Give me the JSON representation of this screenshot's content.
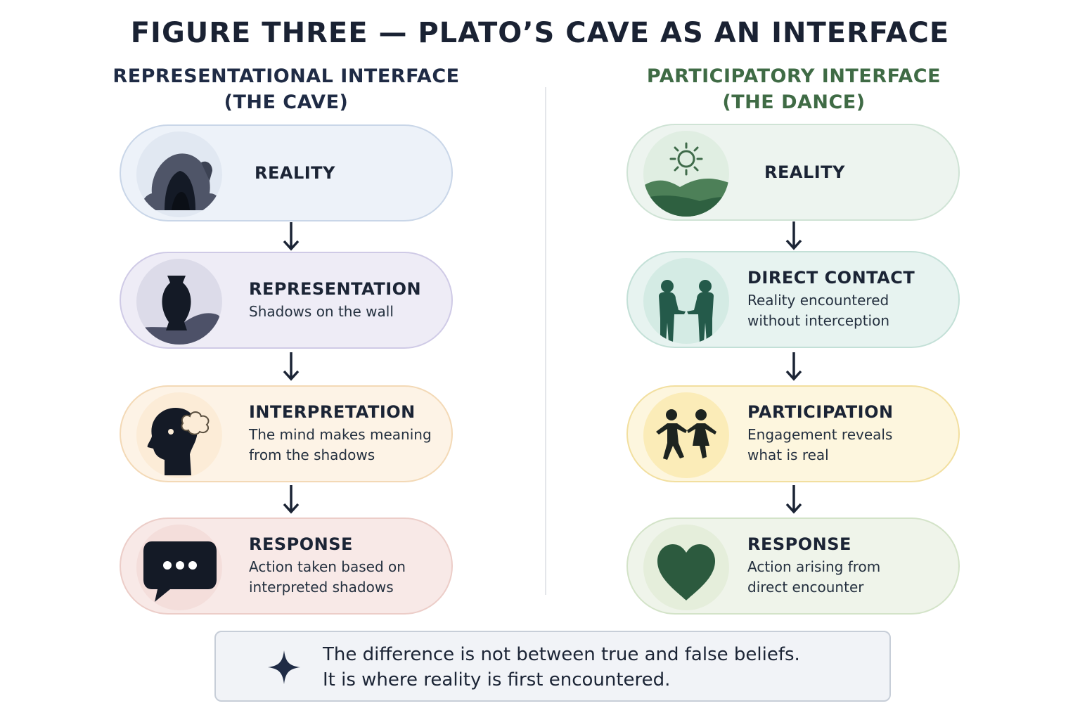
{
  "title": "FIGURE THREE — PLATO’S CAVE AS AN INTERFACE",
  "left": {
    "heading": [
      "REPRESENTATIONAL INTERFACE",
      "(THE CAVE)"
    ],
    "heading_color": "#1f2b45",
    "cards": [
      {
        "title": "REALITY",
        "subtitle": "",
        "icon": "cave-icon"
      },
      {
        "title": "REPRESENTATION",
        "subtitle": "Shadows on the wall",
        "icon": "vase-icon"
      },
      {
        "title": "INTERPRETATION",
        "subtitle": "The mind makes meaning from the shadows",
        "icon": "thinking-head-icon"
      },
      {
        "title": "RESPONSE",
        "subtitle": "Action taken based on interpreted shadows",
        "icon": "speech-bubble-icon"
      }
    ]
  },
  "right": {
    "heading": [
      "PARTICIPATORY INTERFACE",
      "(THE DANCE)"
    ],
    "heading_color": "#3f6b45",
    "cards": [
      {
        "title": "REALITY",
        "subtitle": "",
        "icon": "sun-landscape-icon"
      },
      {
        "title": "DIRECT CONTACT",
        "subtitle": "Reality encountered without interception",
        "icon": "handshake-icon"
      },
      {
        "title": "PARTICIPATION",
        "subtitle": "Engagement reveals what is real",
        "icon": "dancing-people-icon"
      },
      {
        "title": "RESPONSE",
        "subtitle": "Action arising from direct encounter",
        "icon": "heart-icon"
      }
    ]
  },
  "footer_note": [
    "The difference is not between true and false beliefs.",
    "It is where reality is first encountered."
  ],
  "colors": {
    "blue": "#edf2f9",
    "lavender": "#eeecf6",
    "peach": "#fdf3e6",
    "rose": "#f8e9e7",
    "mint": "#edf4ef",
    "teal": "#e7f3f0",
    "yellow": "#fdf6de",
    "sage": "#eff4ea",
    "ink": "#1b2435",
    "forest": "#2e5e45"
  }
}
